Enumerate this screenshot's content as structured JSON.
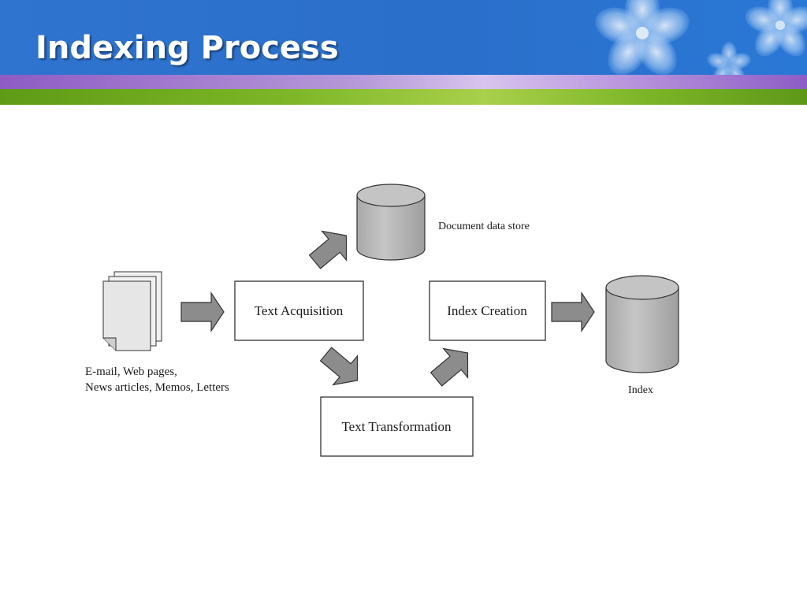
{
  "slide": {
    "title": "Indexing Process"
  },
  "diagram": {
    "sources_label_line1": "E-mail, Web pages,",
    "sources_label_line2": "News articles, Memos, Letters",
    "text_acquisition": "Text Acquisition",
    "text_transformation": "Text Transformation",
    "index_creation": "Index Creation",
    "document_store": "Document data store",
    "index": "Index"
  },
  "colors": {
    "header_blue": "#2f74cf",
    "band_purple": "#b79ad9",
    "band_green": "#7cb526",
    "arrow_gray": "#8c8c8c",
    "cylinder_gray": "#bdbdbd"
  }
}
